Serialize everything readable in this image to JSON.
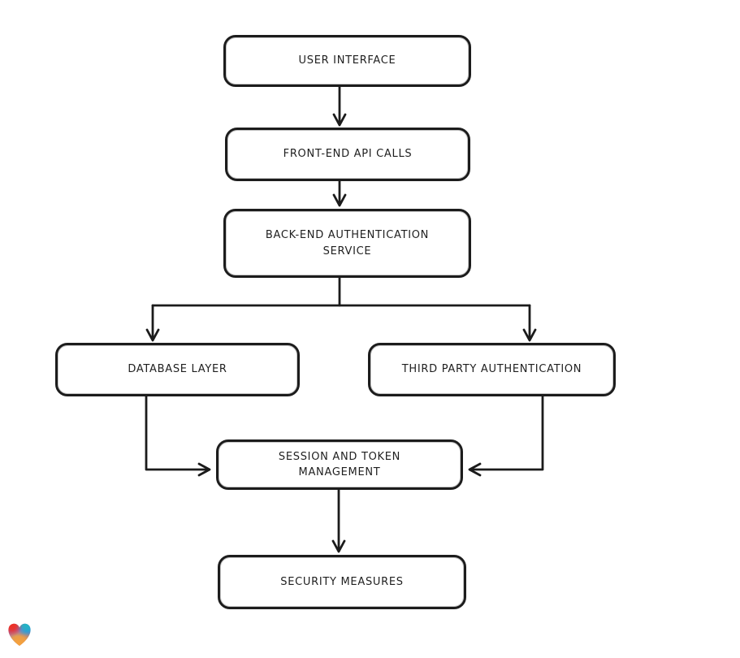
{
  "diagram": {
    "background_color": "#ffffff",
    "stroke_color": "#1b1b1b",
    "node_fill": "#ffffff",
    "nodes": [
      {
        "id": "user-interface",
        "lines": [
          "USER INTERFACE"
        ]
      },
      {
        "id": "frontend-api",
        "lines": [
          "FRONT-END API CALLS"
        ]
      },
      {
        "id": "backend-auth",
        "lines": [
          "BACK-END AUTHENTICATION",
          "SERVICE"
        ]
      },
      {
        "id": "database-layer",
        "lines": [
          "DATABASE LAYER"
        ]
      },
      {
        "id": "third-party-auth",
        "lines": [
          "THIRD PARTY AUTHENTICATION"
        ]
      },
      {
        "id": "session-token",
        "lines": [
          "SESSION AND TOKEN",
          "MANAGEMENT"
        ]
      },
      {
        "id": "security-measures",
        "lines": [
          "SECURITY MEASURES"
        ]
      }
    ],
    "edges": [
      {
        "from": "user-interface",
        "to": "frontend-api"
      },
      {
        "from": "frontend-api",
        "to": "backend-auth"
      },
      {
        "from": "backend-auth",
        "to": "database-layer"
      },
      {
        "from": "backend-auth",
        "to": "third-party-auth"
      },
      {
        "from": "database-layer",
        "to": "session-token"
      },
      {
        "from": "third-party-auth",
        "to": "session-token"
      },
      {
        "from": "session-token",
        "to": "security-measures"
      }
    ]
  },
  "logo": {
    "name": "lovable-heart-logo",
    "colors": {
      "red": "#ee3024",
      "teal": "#1cb8c4",
      "blue": "#4a77f0",
      "orange": "#f6a13c"
    }
  }
}
